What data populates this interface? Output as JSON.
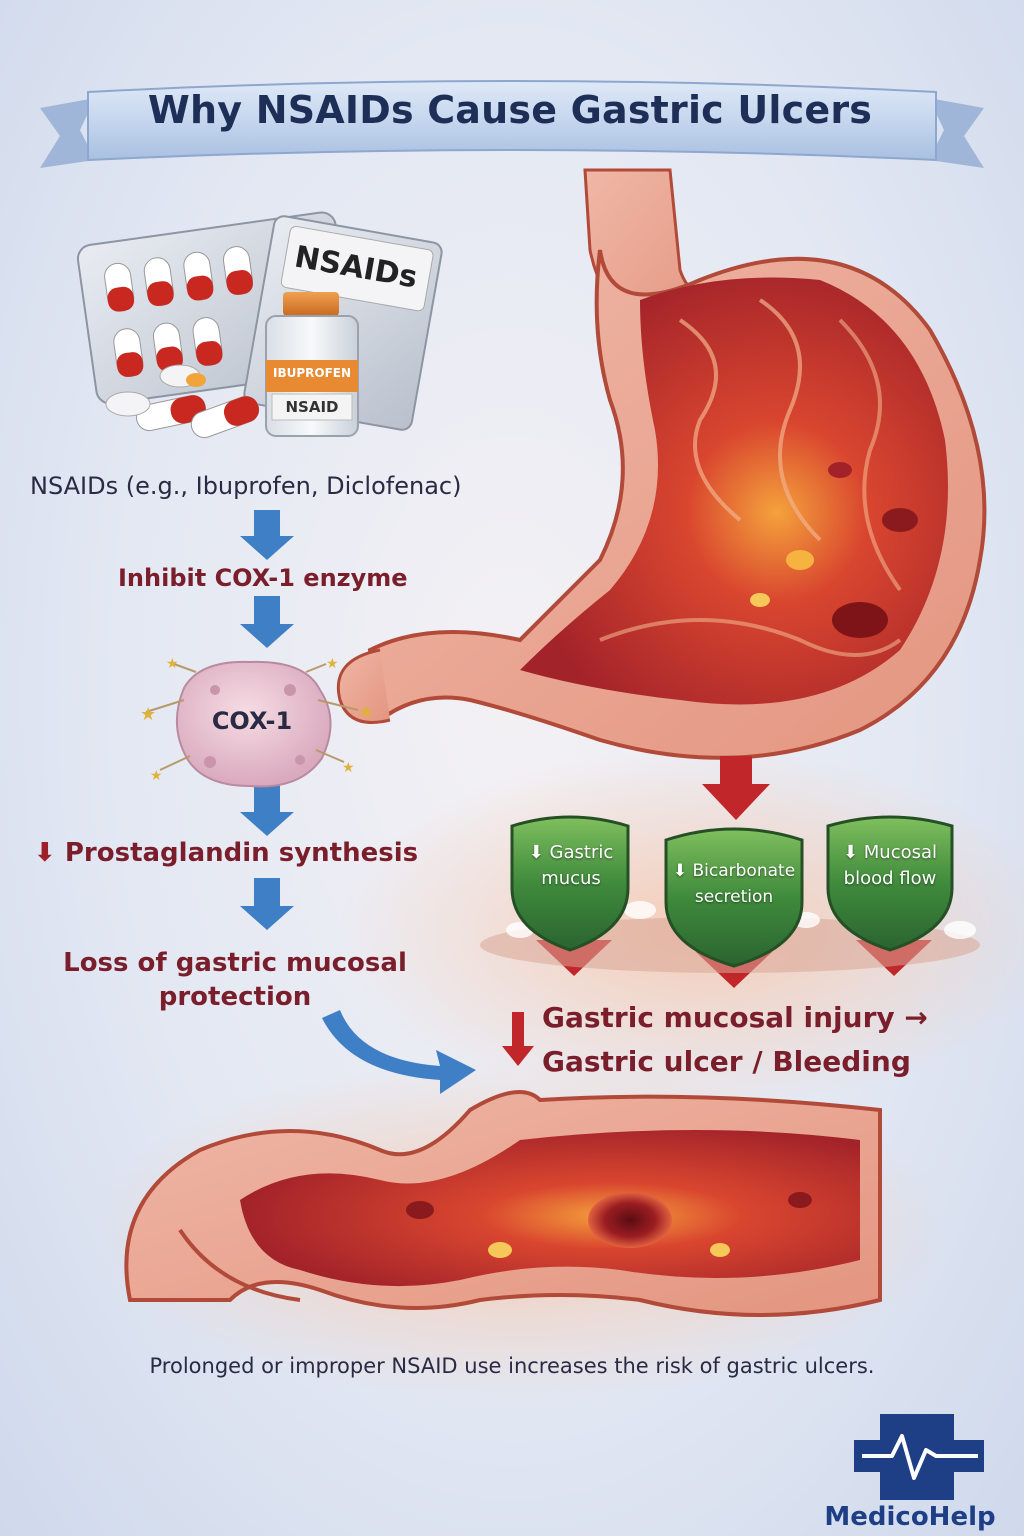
{
  "title": "Why NSAIDs Cause Gastric Ulcers",
  "drug_box": {
    "pack_label": "NSAIDs",
    "bottle_label_top": "IBUPROFEN",
    "bottle_label_bottom": "NSAID"
  },
  "flow_steps": {
    "step1": "NSAIDs (e.g., Ibuprofen, Diclofenac)",
    "step2": "Inhibit COX-1 enzyme",
    "enzyme_label": "COX-1",
    "step3": "Prostaglandin synthesis",
    "step4_line1": "Loss of gastric mucosal",
    "step4_line2": "protection"
  },
  "effects": {
    "shield1_line1": "Gastric",
    "shield1_line2": "mucus",
    "shield2_line1": "Bicarbonate",
    "shield2_line2": "secretion",
    "shield3_line1": "Mucosal",
    "shield3_line2": "blood flow",
    "decrease_glyph": "⬇",
    "outcome_line1": "Gastric mucosal injury →",
    "outcome_line2": "Gastric ulcer / Bleeding"
  },
  "footer_note": "Prolonged or improper NSAID use increases the risk of gastric ulcers.",
  "brand": "MedicoHelp",
  "colors": {
    "title_navy": "#1d2f57",
    "maroon_text": "#7a1e2c",
    "arrow_blue": "#3f7fc6",
    "arrow_red": "#c0262a",
    "shield_green": "#3f8a3c",
    "stomach_red": "#c2413a",
    "brand_navy": "#1e3f86"
  }
}
